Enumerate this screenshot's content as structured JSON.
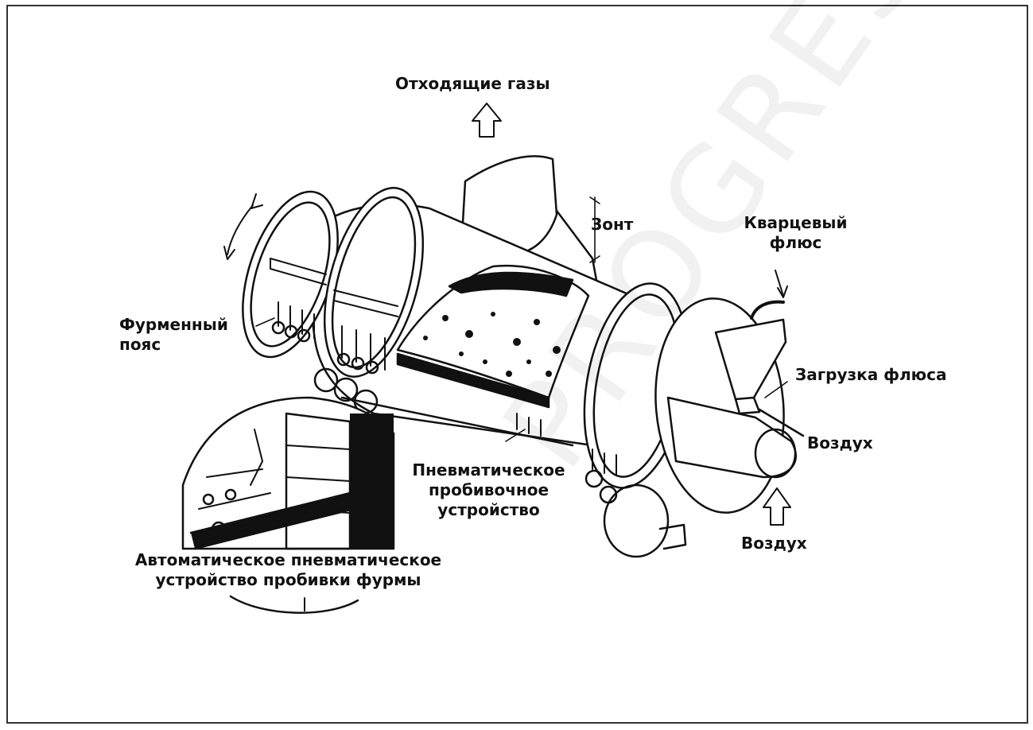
{
  "labels": {
    "exhaust_gases": "Отходящие газы",
    "hood": "Зонт",
    "quartz_flux": "Кварцевый флюс",
    "tuyere_belt": "Фурменный пояс",
    "flux_loading": "Загрузка флюса",
    "air_top": "Воздух",
    "pneumatic_device": "Пневматическое пробивочное устройство",
    "air_bottom": "Воздух",
    "auto_device": "Автоматическое пневматическое устройство пробивки фурмы"
  },
  "watermark": "PROGRESS",
  "colors": {
    "ink": "#111111",
    "frame": "#333333",
    "background": "#ffffff"
  }
}
